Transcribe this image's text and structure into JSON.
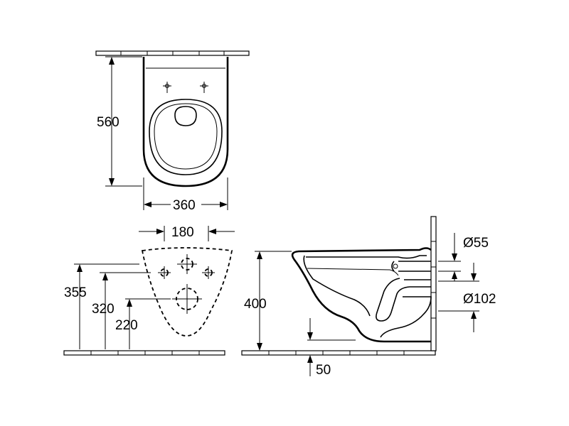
{
  "top_view": {
    "depth_label": "560",
    "width_label": "360"
  },
  "front_view": {
    "fixing_spacing_label": "180",
    "height_355_label": "355",
    "height_320_label": "320",
    "height_220_label": "220"
  },
  "side_view": {
    "rim_height_label": "400",
    "inlet_diameter_label": "Ø55",
    "outlet_diameter_label": "Ø102",
    "outlet_offset_label": "50"
  },
  "colors": {
    "line": "#000000",
    "background": "#ffffff"
  }
}
